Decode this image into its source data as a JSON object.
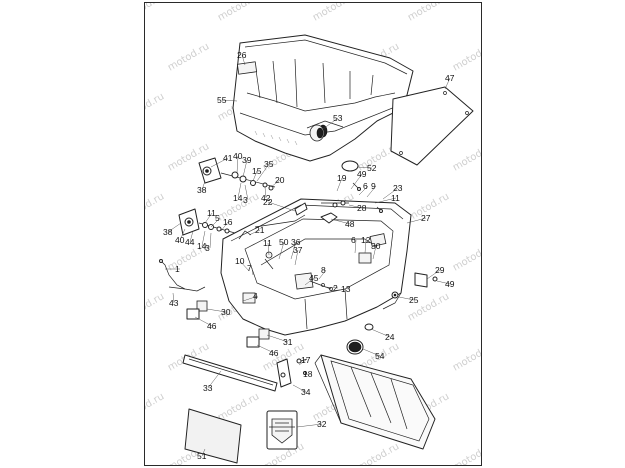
{
  "colors": {
    "background": "#ffffff",
    "ink": "#222222",
    "watermark": "#cfcfcf",
    "frame": "#2a2a2a"
  },
  "watermark": {
    "text": "motod.ru"
  },
  "callouts": [
    {
      "label": "26"
    },
    {
      "label": "47"
    },
    {
      "label": "55"
    },
    {
      "label": "53"
    },
    {
      "label": "52"
    },
    {
      "label": "41"
    },
    {
      "label": "40"
    },
    {
      "label": "39"
    },
    {
      "label": "35"
    },
    {
      "label": "38"
    },
    {
      "label": "15"
    },
    {
      "label": "20"
    },
    {
      "label": "14"
    },
    {
      "label": "3"
    },
    {
      "label": "42"
    },
    {
      "label": "19"
    },
    {
      "label": "49"
    },
    {
      "label": "6"
    },
    {
      "label": "9"
    },
    {
      "label": "11"
    },
    {
      "label": "23"
    },
    {
      "label": "22"
    },
    {
      "label": "28"
    },
    {
      "label": "27"
    },
    {
      "label": "48"
    },
    {
      "label": "11"
    },
    {
      "label": "5"
    },
    {
      "label": "16"
    },
    {
      "label": "38"
    },
    {
      "label": "40"
    },
    {
      "label": "44"
    },
    {
      "label": "14"
    },
    {
      "label": "3"
    },
    {
      "label": "21"
    },
    {
      "label": "11"
    },
    {
      "label": "50"
    },
    {
      "label": "36"
    },
    {
      "label": "37"
    },
    {
      "label": "6"
    },
    {
      "label": "12"
    },
    {
      "label": "30"
    },
    {
      "label": "10"
    },
    {
      "label": "7"
    },
    {
      "label": "1"
    },
    {
      "label": "8"
    },
    {
      "label": "45"
    },
    {
      "label": "2"
    },
    {
      "label": "13"
    },
    {
      "label": "4"
    },
    {
      "label": "29"
    },
    {
      "label": "49"
    },
    {
      "label": "43"
    },
    {
      "label": "25"
    },
    {
      "label": "30"
    },
    {
      "label": "46"
    },
    {
      "label": "24"
    },
    {
      "label": "31"
    },
    {
      "label": "46"
    },
    {
      "label": "54"
    },
    {
      "label": "17"
    },
    {
      "label": "18"
    },
    {
      "label": "33"
    },
    {
      "label": "34"
    },
    {
      "label": "32"
    },
    {
      "label": "51"
    }
  ]
}
